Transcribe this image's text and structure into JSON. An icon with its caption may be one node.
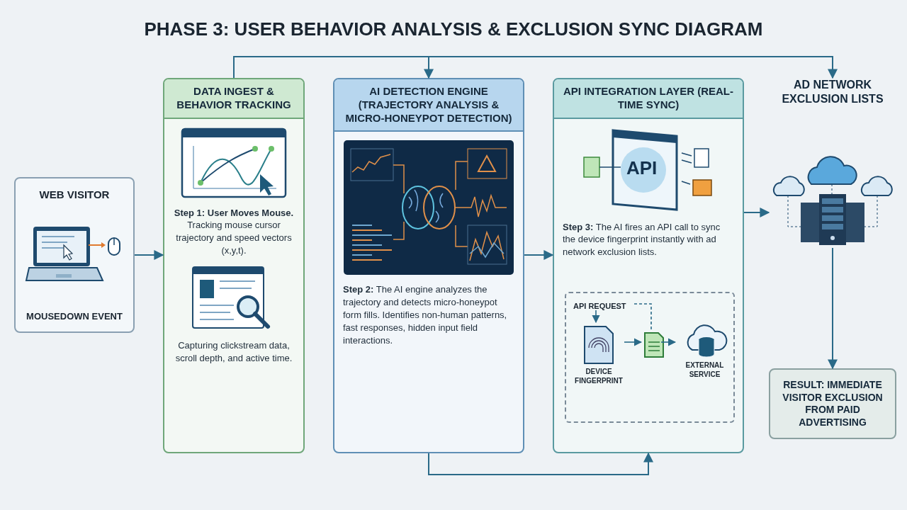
{
  "diagram": {
    "title": "PHASE 3: USER BEHAVIOR ANALYSIS & EXCLUSION SYNC DIAGRAM",
    "nodes": [
      {
        "text": [
          "WEB VISITOR",
          "MOUSEDOWN EVENT"
        ]
      },
      {
        "text": [
          "DATA INGEST & BEHAVIOR TRACKING",
          "**Step 1: User Moves Mouse.** Tracking mouse cursor trajectory and speed vectors (x,y,t).",
          "Capturing clickstream data, scroll depth, and active time."
        ]
      },
      {
        "text": [
          "AI DETECTION ENGINE (TRAJECTORY ANALYSIS & MICRO-HONEYPOT DETECTION)",
          "**Step 2:** The AI engine analyzes the trajectory and detects micro-honeypot form fills. Identifies non-human patterns, fast responses, hidden input field interactions."
        ]
      },
      {
        "text": [
          "API INTEGRATION LAYER (REAL-TIME SYNC)",
          "**Step 3:** The AI fires an API call to sync the device fingerprint instantly with ad network exclusion lists."
        ]
      },
      {
        "text": [],
        "shape": "box",
        "in": 3
      },
      {
        "text": [
          "API REQUEST"
        ],
        "in": 4
      },
      {
        "text": [
          "DEVICE FINGERPRINT"
        ],
        "in": 4
      },
      {
        "text": [],
        "shape": "picture",
        "in": 4
      },
      {
        "text": [
          "EXTERNAL SERVICE"
        ],
        "in": 4
      },
      {
        "text": [
          "AD NETWORK EXCLUSION LISTS"
        ]
      },
      {
        "text": [
          "RESULT: IMMEDIATE VISITOR EXCLUSION FROM PAID ADVERTISING"
        ]
      }
    ],
    "edges": [
      {
        "from": 0,
        "to": 1,
        "arrow": "to"
      },
      {
        "from": 1,
        "to": 2,
        "arrow": "to"
      },
      {
        "from": 2,
        "to": 3,
        "arrow": "to"
      },
      {
        "from": 2,
        "to": 3,
        "arrow": "to"
      },
      {
        "from": 3,
        "to": 9,
        "arrow": "to"
      },
      {
        "from": 1,
        "to": 9,
        "arrow": "to"
      },
      {
        "from": 9,
        "to": 10,
        "arrow": "to"
      },
      {
        "from": 5,
        "to": 6,
        "arrow": "to"
      },
      {
        "from": 6,
        "to": 7,
        "arrow": "to"
      },
      {
        "from": 7,
        "to": 8,
        "arrow": "to"
      },
      {
        "from": 5,
        "to": 7,
        "arrow": "none",
        "style": "dashed"
      }
    ],
    "labels": [
      "API"
    ]
  }
}
